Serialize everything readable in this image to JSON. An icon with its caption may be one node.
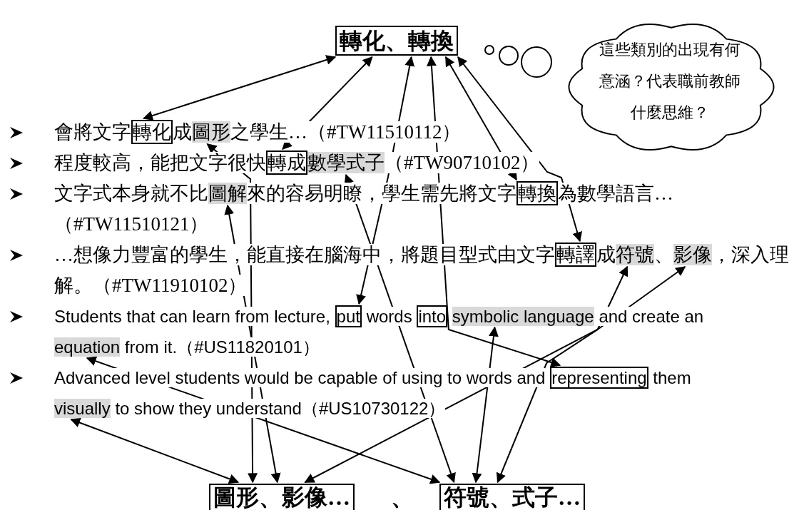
{
  "diagram": {
    "nodes": [
      {
        "text": [
          "轉化、轉換"
        ]
      },
      {
        "text": [
          "這些類別的出現有何意涵？代表職前教師什麼思維？"
        ]
      },
      {
        "text": [
          "轉化"
        ]
      },
      {
        "text": [
          "圖形"
        ]
      },
      {
        "text": [
          "轉成"
        ]
      },
      {
        "text": [
          "數學式子"
        ]
      },
      {
        "text": [
          "圖解"
        ]
      },
      {
        "text": [
          "轉換"
        ]
      },
      {
        "text": [
          "轉譯"
        ]
      },
      {
        "text": [
          "符號"
        ]
      },
      {
        "text": [
          "影像"
        ]
      },
      {
        "text": [
          "put"
        ]
      },
      {
        "text": [
          "into"
        ]
      },
      {
        "text": [
          "symbolic language"
        ]
      },
      {
        "text": [
          "equation"
        ]
      },
      {
        "text": [
          "representing"
        ]
      },
      {
        "text": [
          "visually"
        ]
      },
      {
        "text": [
          "圖形、影像…"
        ]
      },
      {
        "text": [
          "符號、式子…"
        ]
      }
    ],
    "edges": [
      {
        "from": 2,
        "to": 0,
        "arrow": "both"
      },
      {
        "from": 4,
        "to": 0,
        "arrow": "both"
      },
      {
        "from": 11,
        "to": 0,
        "arrow": "both"
      },
      {
        "from": 15,
        "to": 0,
        "arrow": "both"
      },
      {
        "from": 7,
        "to": 0,
        "arrow": "both"
      },
      {
        "from": 8,
        "to": 0,
        "arrow": "both"
      },
      {
        "from": 3,
        "to": 17,
        "arrow": "both"
      },
      {
        "from": 6,
        "to": 17,
        "arrow": "both"
      },
      {
        "from": 10,
        "to": 17,
        "arrow": "both"
      },
      {
        "from": 16,
        "to": 17,
        "arrow": "both"
      },
      {
        "from": 5,
        "to": 18,
        "arrow": "both"
      },
      {
        "from": 14,
        "to": 18,
        "arrow": "both"
      },
      {
        "from": 13,
        "to": 18,
        "arrow": "both"
      },
      {
        "from": 9,
        "to": 18,
        "arrow": "both"
      }
    ],
    "labels": [
      "會將文字",
      "成",
      "之學生…（#TW11510112）",
      "程度較高，能把文字很快",
      "（#TW90710102）",
      "文字式本身就不比",
      "來的容易明瞭，學生需先將文字",
      "為數學語言…",
      "（#TW11510121）",
      "…想像力豐富的學生，能直接在腦海中，將題目型式由文字",
      "成",
      "、",
      "，深入理解。（#TW11910102）",
      "Students that can learn from lecture,",
      "words",
      "and create an",
      "from it.（#US11820101）",
      "Advanced level students would be capable of using to words and",
      "them",
      "to show they understand（#US10730122）",
      "、"
    ]
  }
}
